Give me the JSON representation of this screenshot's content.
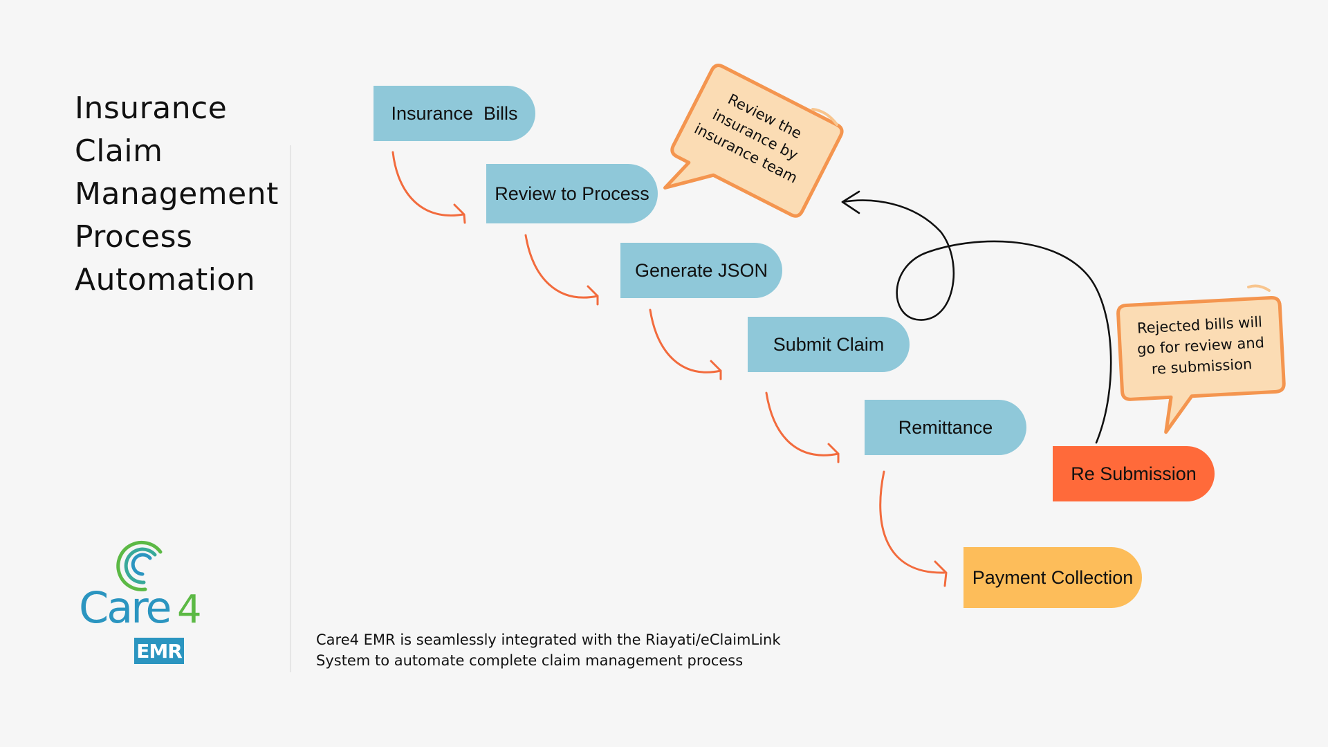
{
  "title": {
    "lines": [
      "Insurance",
      "Claim",
      "Management",
      "Process",
      "Automation"
    ]
  },
  "steps": [
    {
      "label": "Insurance  Bills"
    },
    {
      "label": "Review to Process"
    },
    {
      "label": "Generate JSON"
    },
    {
      "label": "Submit Claim"
    },
    {
      "label": "Remittance"
    },
    {
      "label": "Payment Collection"
    },
    {
      "label": "Re Submission"
    }
  ],
  "notes": {
    "review": [
      "Review the",
      "insurance by",
      "insurance team"
    ],
    "rejected": [
      "Rejected bills will",
      "go for review and",
      "re submission"
    ]
  },
  "caption": {
    "line1": "Care4 EMR is seamlessly integrated with the Riayati/eClaimLink",
    "line2": "System to automate complete claim management process"
  },
  "logo": {
    "wordmark": "Care",
    "number": "4",
    "badge": "EMR"
  },
  "colors": {
    "step_blue": "#8fc8d9",
    "resubmission_red": "#ff6a3a",
    "payment_yellow": "#fdbd5a",
    "arrow_orange": "#f26b3d",
    "note_fill": "#fbdcb4",
    "note_stroke": "#f4954f"
  }
}
